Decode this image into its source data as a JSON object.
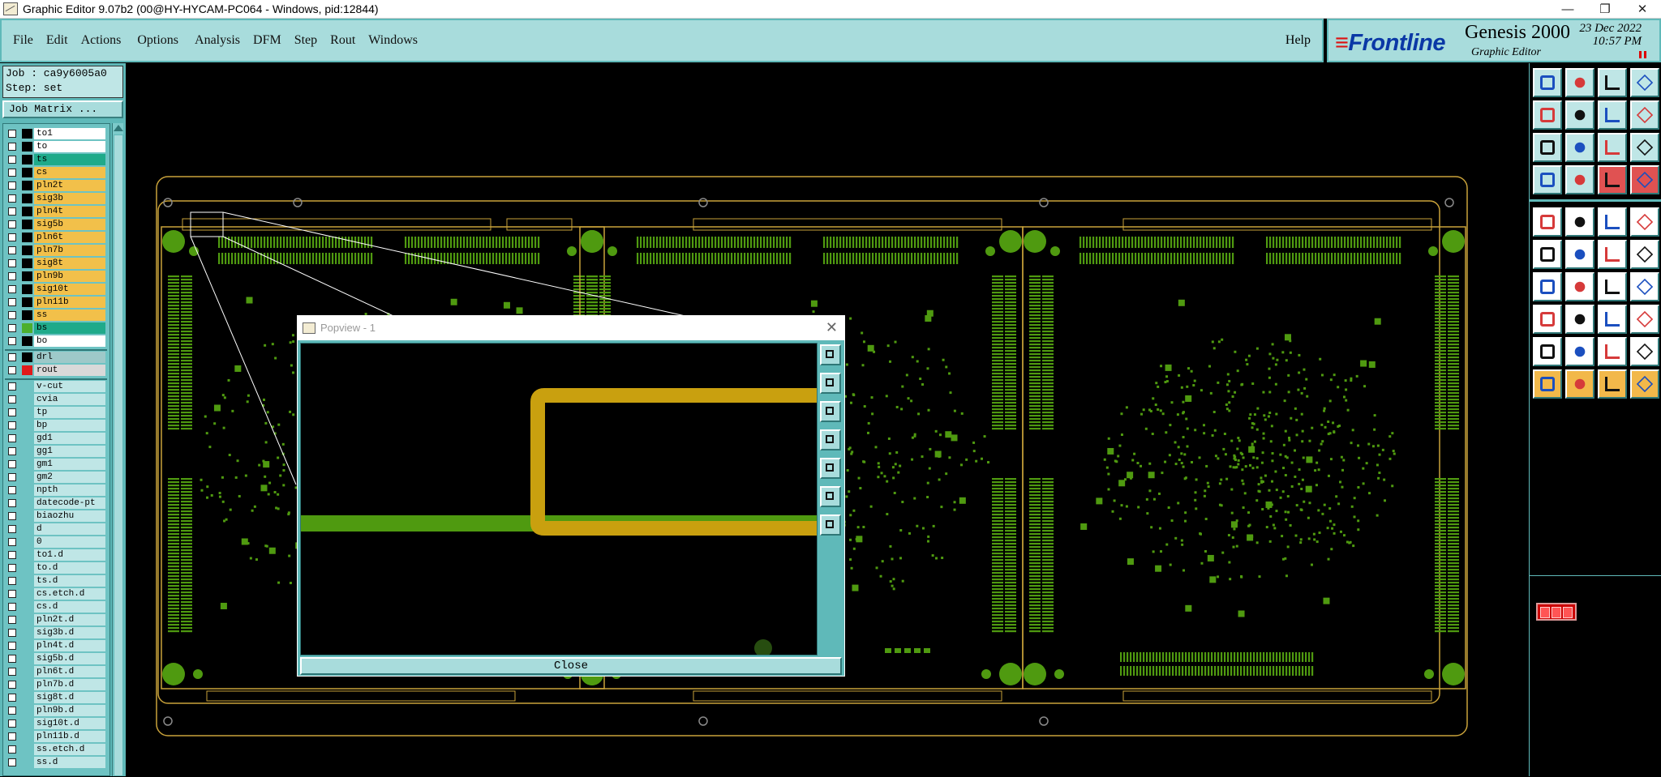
{
  "window": {
    "title": "Graphic Editor 9.07b2 (00@HY-HYCAM-PC064 - Windows, pid:12844)",
    "minimize": "—",
    "restore": "❐",
    "close": "✕"
  },
  "menu": {
    "items": [
      "File",
      "Edit",
      "Actions",
      "Options",
      "Analysis",
      "DFM",
      "Step",
      "Rout",
      "Windows"
    ],
    "help": "Help"
  },
  "brand": {
    "logo": "Frontline",
    "product": "Genesis 2000",
    "subtitle": "Graphic Editor",
    "date": "23 Dec 2022",
    "time": "10:57 PM"
  },
  "job": {
    "job_label": "Job : ca9y6005a0",
    "step_label": "Step: set",
    "matrix_button": "Job Matrix ..."
  },
  "layers": {
    "board": [
      {
        "name": "to1",
        "color": "#ffffff",
        "swatch": "#000000"
      },
      {
        "name": "to",
        "color": "#ffffff",
        "swatch": "#000000"
      },
      {
        "name": "ts",
        "color": "#1faa8a",
        "swatch": "#000000"
      },
      {
        "name": "cs",
        "color": "#f2c04a",
        "swatch": "#000000"
      },
      {
        "name": "pln2t",
        "color": "#f2c04a",
        "swatch": "#000000"
      },
      {
        "name": "sig3b",
        "color": "#f2c04a",
        "swatch": "#000000"
      },
      {
        "name": "pln4t",
        "color": "#f2c04a",
        "swatch": "#000000"
      },
      {
        "name": "sig5b",
        "color": "#f2c04a",
        "swatch": "#000000"
      },
      {
        "name": "pln6t",
        "color": "#f2c04a",
        "swatch": "#000000"
      },
      {
        "name": "pln7b",
        "color": "#f2c04a",
        "swatch": "#000000"
      },
      {
        "name": "sig8t",
        "color": "#f2c04a",
        "swatch": "#000000"
      },
      {
        "name": "pln9b",
        "color": "#f2c04a",
        "swatch": "#000000"
      },
      {
        "name": "sig10t",
        "color": "#f2c04a",
        "swatch": "#000000"
      },
      {
        "name": "pln11b",
        "color": "#f2c04a",
        "swatch": "#000000"
      },
      {
        "name": "ss",
        "color": "#f2c04a",
        "swatch": "#000000"
      },
      {
        "name": "bs",
        "color": "#1faa8a",
        "swatch": "#4caf2e"
      },
      {
        "name": "bo",
        "color": "#ffffff",
        "swatch": "#000000"
      }
    ],
    "drill": [
      {
        "name": "drl",
        "color": "#9ec9c9",
        "swatch": "#000000"
      },
      {
        "name": "rout",
        "color": "#d9d9d9",
        "swatch": "#e01b1b"
      }
    ],
    "misc": [
      "v-cut",
      "cvia",
      "tp",
      "bp",
      "gd1",
      "gg1",
      "gm1",
      "gm2",
      "npth",
      "datecode-pt",
      "biaozhu",
      "d",
      "0",
      "to1.d",
      "to.d",
      "ts.d",
      "cs.etch.d",
      "cs.d",
      "pln2t.d",
      "sig3b.d",
      "pln4t.d",
      "sig5b.d",
      "pln6t.d",
      "pln7b.d",
      "sig8t.d",
      "pln9b.d",
      "sig10t.d",
      "pln11b.d",
      "ss.etch.d",
      "ss.d"
    ],
    "misc_color": "#bfe6e6"
  },
  "popview": {
    "title": "Popview - 1",
    "close_label": "Close"
  },
  "colors": {
    "panel": "#5fb9b9",
    "panel_light": "#a8dcdc",
    "copper_green": "#4f9a10",
    "rout_gold": "#c9a00f",
    "outline": "#c9a23a"
  },
  "toolbar": {
    "icons": [
      "open-job-icon",
      "save-icon",
      "home-icon",
      "grid-icon",
      "step-in-icon",
      "step-out-icon",
      "layer-swap-icon",
      "snap-icon",
      "zoom-fit-icon",
      "zoom-profile-icon",
      "ratio-icon",
      "help-icon",
      "measure-icon",
      "probe-icon",
      "net-highlight-icon",
      "route-icon",
      "pad-icon",
      "draw-line-icon",
      "ruler-icon",
      "dot-icon",
      "connect-icon",
      "cross-icon",
      "move-point-icon",
      "node-icon",
      "angle-icon",
      "slash-icon",
      "rotate-icon",
      "array-icon",
      "add-pad-icon",
      "line-icon",
      "frame-icon",
      "copy-icon",
      "triangle-icon",
      "triangle-plus-icon",
      "triangle-bar-icon",
      "triangle-minus-icon",
      "pointer-icon",
      "pointer-select-icon",
      "pointer-edit-icon",
      "pointer-multi-icon"
    ]
  }
}
